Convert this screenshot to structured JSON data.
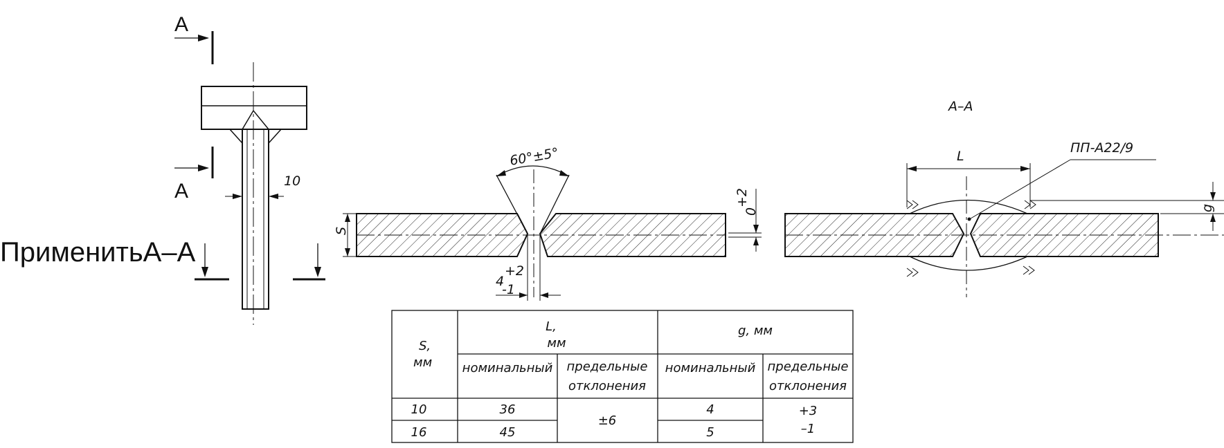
{
  "section_markers": {
    "top": "A",
    "bottom": "A",
    "apply_label": "ПрименитьA–A"
  },
  "view_left": {
    "dim_10": "10"
  },
  "view_middle": {
    "angle": "60°±5°",
    "thickness": "S",
    "gap_base": "4",
    "gap_sup": "+2",
    "gap_sub": "-1",
    "offset_base": "0",
    "offset_sup": "+2"
  },
  "view_right": {
    "section_title": "A–A",
    "length_label": "L",
    "filler_label": "ПП-А22/9",
    "height_label": "g"
  },
  "table": {
    "header_s": "S,",
    "header_s_unit": "мм",
    "header_l": "L,",
    "header_l_unit": "мм",
    "header_g": "g, мм",
    "nominal_l": "номинальный",
    "limits_l_1": "предельные",
    "limits_l_2": "отклонения",
    "nominal_g": "номинальный",
    "limits_g_1": "предельные",
    "limits_g_2": "отклонения",
    "rows": [
      {
        "s": "10",
        "l": "36",
        "g": "4"
      },
      {
        "s": "16",
        "l": "45",
        "g": "5"
      }
    ],
    "l_tolerance": "±6",
    "g_tolerance_plus": "+3",
    "g_tolerance_minus": "–1"
  }
}
